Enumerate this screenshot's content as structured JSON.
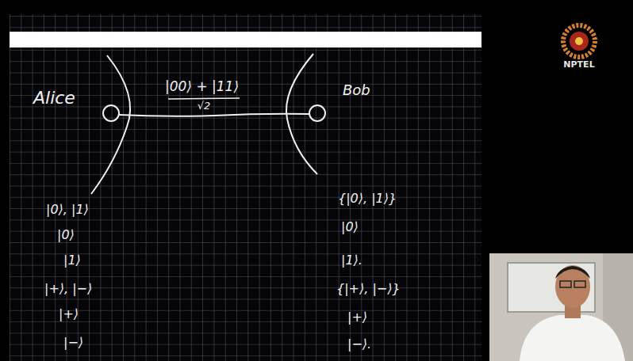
{
  "diagram": {
    "labels": [
      "Alice",
      "|00⟩ + |11⟩",
      "√2",
      "Bob",
      "|0⟩, |1⟩",
      "|0⟩",
      "|1⟩",
      "|+⟩, |−⟩",
      "|+⟩",
      "|−⟩",
      "{|0⟩, |1⟩}",
      "|0⟩",
      "|1⟩.",
      "{|+⟩, |−⟩}",
      "|+⟩",
      "|−⟩.",
      "NPTEL"
    ]
  }
}
